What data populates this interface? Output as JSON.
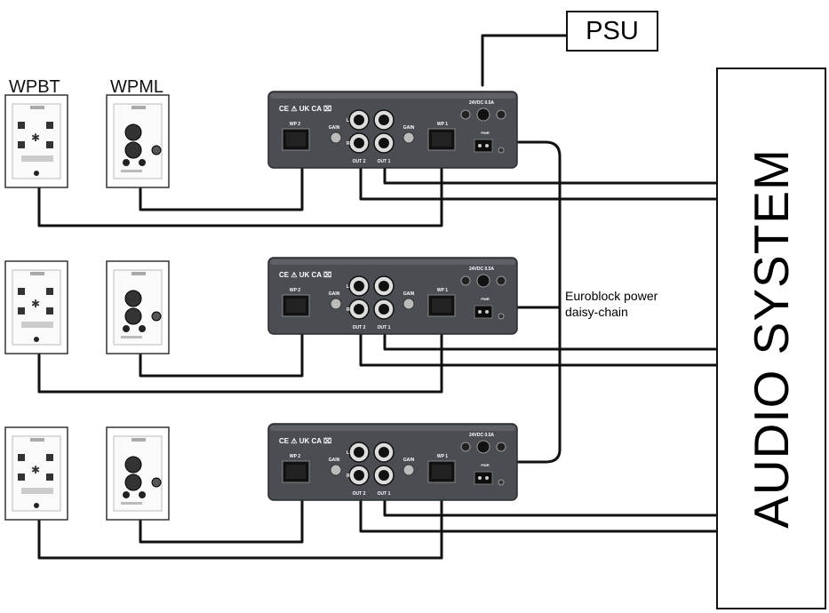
{
  "labels": {
    "wpbt": "WPBT",
    "wpml": "WPML",
    "psu": "PSU",
    "audio_system": "AUDIO SYSTEM",
    "note_line1": "Euroblock power",
    "note_line2": "daisy-chain"
  },
  "amp_panel": {
    "logos": "CE ⚠ UK CA ⌧",
    "wp2": "WP 2",
    "wp1": "WP 1",
    "gain": "GAIN",
    "out2": "OUT 2",
    "out1": "OUT 1",
    "power": "24VDC 0.5A",
    "pwr": "PWR",
    "l": "L",
    "r": "R"
  },
  "colors": {
    "amp_body": "#4a4d52",
    "wire": "#111111"
  }
}
